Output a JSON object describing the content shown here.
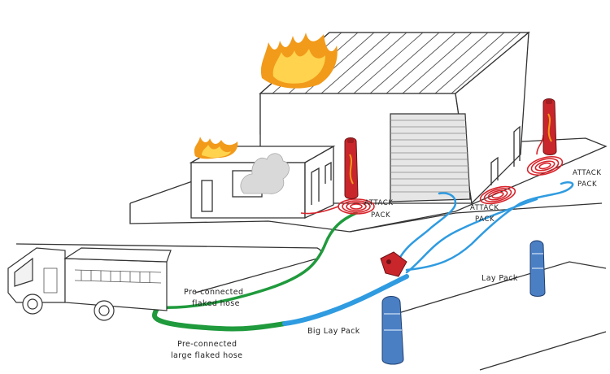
{
  "labels": {
    "attack_pack_left_line1": "ATTACK",
    "attack_pack_left_line2": "PACK",
    "attack_pack_mid_line1": "ATTACK",
    "attack_pack_mid_line2": "PACK",
    "attack_pack_right_line1": "ATTACK",
    "attack_pack_right_line2": "PACK",
    "lay_pack": "Lay Pack",
    "big_lay_pack": "Big Lay Pack",
    "preconnected_flaked_line1": "Pre-connected",
    "preconnected_flaked_line2": "flaked hose",
    "preconnected_large_line1": "Pre-connected",
    "preconnected_large_line2": "large flaked hose"
  },
  "colors": {
    "attack_hose": "#d8232a",
    "green_hose": "#1f9a3c",
    "blue_hose": "#2f9be0",
    "attack_pack_body": "#c8262b",
    "lay_pack_body": "#4a7fc4",
    "fire_orange": "#f29a1a",
    "fire_yellow": "#ffd34d",
    "smoke": "#d9d9d9",
    "line": "#333333"
  },
  "icons": {
    "fire": "fire-icon",
    "smoke": "smoke-icon",
    "attack_pack": "attack-pack-icon",
    "lay_pack": "lay-pack-icon",
    "nozzle": "nozzle-icon",
    "fire_truck": "fire-truck-icon"
  }
}
